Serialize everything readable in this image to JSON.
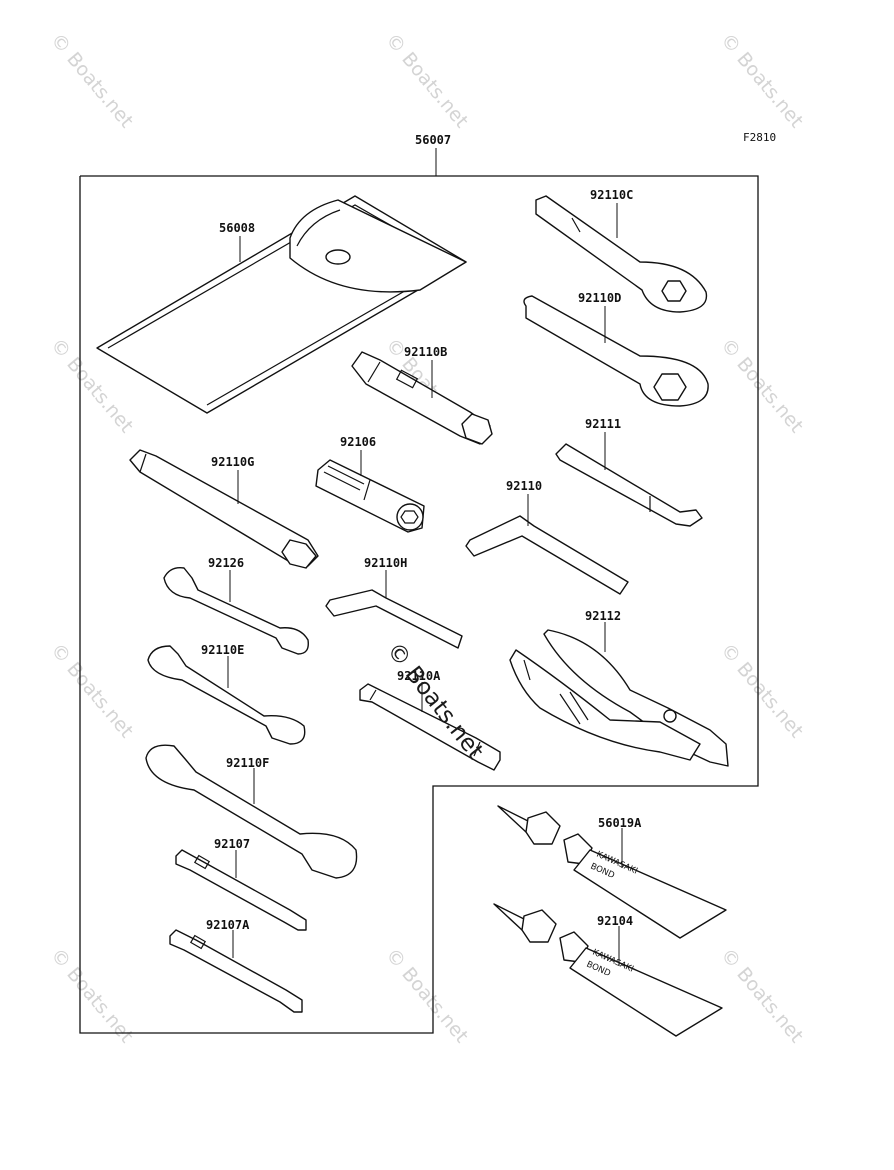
{
  "figure_code": "F2810",
  "watermark": "© Boats.net",
  "labels": {
    "p56007": "56007",
    "p56008": "56008",
    "p92110C": "92110C",
    "p92110D": "92110D",
    "p92110B": "92110B",
    "p92106": "92106",
    "p92111": "92111",
    "p92110G": "92110G",
    "p92110": "92110",
    "p92126": "92126",
    "p92110H": "92110H",
    "p92112": "92112",
    "p92110E": "92110E",
    "p92110A": "92110A",
    "p92110F": "92110F",
    "p56019A": "56019A",
    "p92107": "92107",
    "p92104": "92104",
    "p92107A": "92107A"
  },
  "bond_text": {
    "line1": "KAWASAKI",
    "line2": "BOND"
  }
}
